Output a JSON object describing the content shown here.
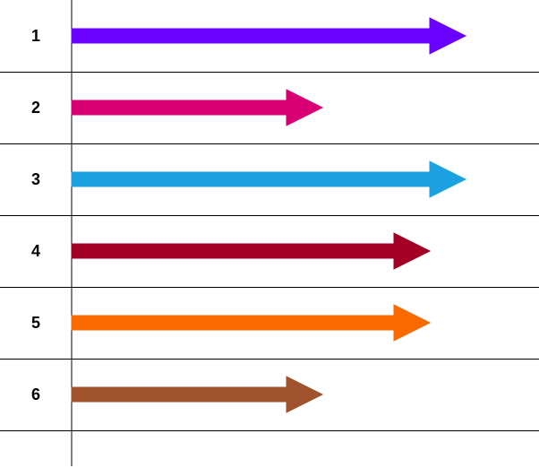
{
  "rows": [
    {
      "label": "1",
      "value": 11,
      "color": "#6a00ff"
    },
    {
      "label": "2",
      "value": 7,
      "color": "#d80073"
    },
    {
      "label": "3",
      "value": 11,
      "color": "#1ba1e2"
    },
    {
      "label": "4",
      "value": 10,
      "color": "#a20025"
    },
    {
      "label": "5",
      "value": 10,
      "color": "#fa6800"
    },
    {
      "label": "6",
      "value": 7,
      "color": "#a0522d"
    }
  ],
  "grid_color": "#000000"
}
